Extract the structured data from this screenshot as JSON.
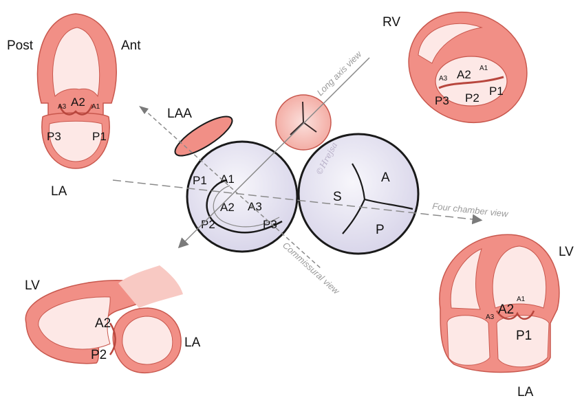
{
  "colors": {
    "tissue": "#f18f86",
    "tissue_stroke": "#c8574d",
    "cavity": "#fde8e6",
    "valve_fill": "#e4e2f1",
    "valve_rim": "#1a1a1a",
    "view_line": "#8a8a8a"
  },
  "center": {
    "laa": "LAA",
    "mitral": {
      "a1": "A1",
      "a2": "A2",
      "a3": "A3",
      "p1": "P1",
      "p2": "P2",
      "p3": "P3"
    },
    "aortic": {
      "s": "S",
      "a": "A",
      "p": "P"
    },
    "signature": "©Hrejsa"
  },
  "views": {
    "long_axis": "Long axis view",
    "four_chamber": "Four chamber view",
    "commissural": "Commissural view"
  },
  "panel_top_left": {
    "post": "Post",
    "ant": "Ant",
    "la": "LA",
    "a3": "A3",
    "a2": "A2",
    "a1": "A1",
    "p3": "P3",
    "p1": "P1"
  },
  "panel_top_right": {
    "rv": "RV",
    "a3": "A3",
    "a2": "A2",
    "a1": "A1",
    "p3": "P3",
    "p2": "P2",
    "p1": "P1"
  },
  "panel_bottom_left": {
    "lv": "LV",
    "a2": "A2",
    "p2": "P2",
    "la": "LA"
  },
  "panel_bottom_right": {
    "lv": "LV",
    "a3": "A3",
    "a2": "A2",
    "a1": "A1",
    "p1": "P1",
    "la": "LA"
  }
}
